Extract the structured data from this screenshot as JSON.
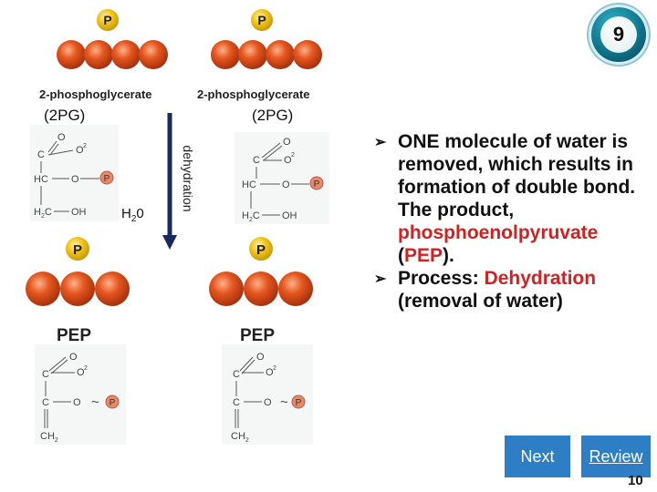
{
  "slide": {
    "badge_number": "9",
    "page_number": "10"
  },
  "top_left": {
    "name": "2-phosphoglycerate",
    "abbr": "(2PG)",
    "p_label": "P"
  },
  "top_right": {
    "name": "2-phosphoglycerate",
    "abbr": "(2PG)",
    "p_label": "P"
  },
  "structure_2pg": {
    "c_top": "C",
    "o_double": "O",
    "o_minus": "O",
    "charge": "2",
    "hc": "HC",
    "o_mid": "O",
    "p": "P",
    "h2c": "H",
    "h2c_sub": "2",
    "h2c_c": "C",
    "oh": "OH"
  },
  "reaction": {
    "label": "dehydration",
    "water": "H",
    "water_sub": "2",
    "water_tail": "0"
  },
  "bottom_left": {
    "title": "PEP",
    "p_label": "P"
  },
  "bottom_right": {
    "title": "PEP",
    "p_label": "P"
  },
  "structure_pep": {
    "c_top": "C",
    "o_double": "O",
    "o_minus": "O",
    "charge": "2",
    "c_mid": "C",
    "o_mid": "O",
    "tilde": "~",
    "p": "P",
    "ch2": "CH",
    "ch2_sub": "2"
  },
  "bullets": {
    "b1_a": "ONE molecule of water is removed, which results in formation of double bond. The product,",
    "b1_red": "phosphoenolpyruvate",
    "b1_c": "(",
    "b1_red2": "PEP",
    "b1_d": ").",
    "b2_a": "Process:",
    "b2_red": "Dehydration",
    "b2_b": "(removal of water)"
  },
  "nav": {
    "next_label": "Next",
    "review_label": "Review"
  },
  "colors": {
    "accent_red": "#d42020",
    "button_blue": "#2d7ec4",
    "ball_orange": "#e0501c",
    "p_yellow": "#f2c418"
  }
}
